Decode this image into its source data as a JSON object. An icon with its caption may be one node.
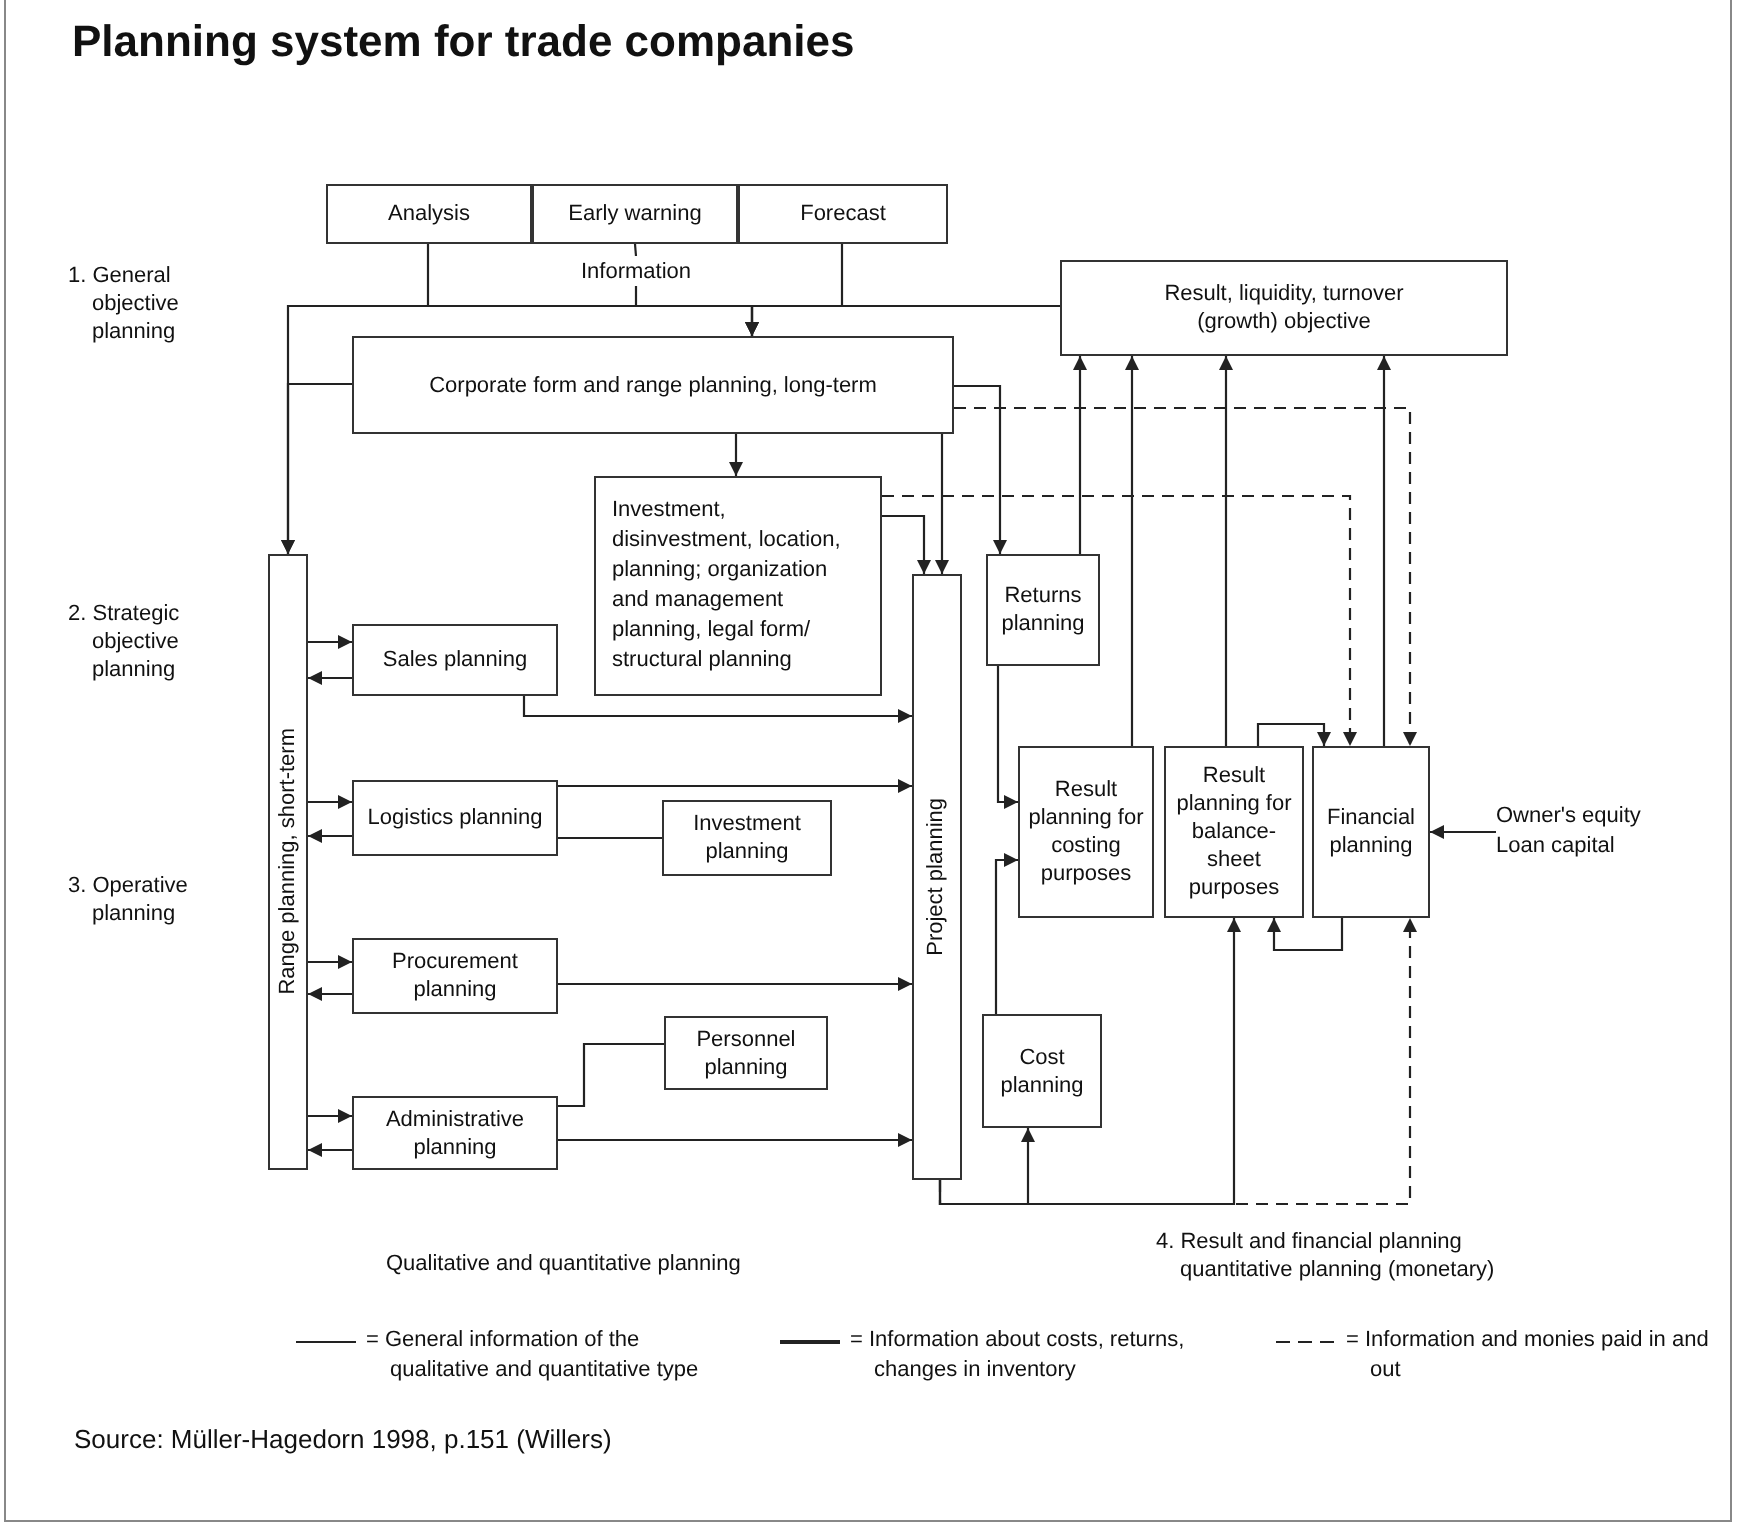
{
  "diagram": {
    "title": "Planning system for trade companies",
    "caption": "Source: Müller-Hagedorn 1998, p.151 (Willers)",
    "nodes": [
      {
        "text": [
          "Analysis"
        ]
      },
      {
        "text": [
          "Early warning"
        ]
      },
      {
        "text": [
          "Forecast"
        ]
      },
      {
        "text": [
          "Information"
        ]
      },
      {
        "text": [
          "Result, liquidity, turnover (growth) objective"
        ]
      },
      {
        "text": [
          "Corporate form and range planning, long-term"
        ]
      },
      {
        "text": [
          "Investment, disinvestment, location, planning; organization and management planning, legal form/ structural planning"
        ]
      },
      {
        "text": [
          "Range planning, short-term"
        ]
      },
      {
        "text": [
          "Sales planning"
        ]
      },
      {
        "text": [
          "Logistics planning"
        ]
      },
      {
        "text": [
          "Investment planning"
        ]
      },
      {
        "text": [
          "Procurement planning"
        ]
      },
      {
        "text": [
          "Personnel planning"
        ]
      },
      {
        "text": [
          "Administrative planning"
        ]
      },
      {
        "text": [
          "Project planning"
        ]
      },
      {
        "text": [
          "Returns planning"
        ]
      },
      {
        "text": [
          "Result planning for costing purposes"
        ]
      },
      {
        "text": [
          "Result planning for balance-sheet purposes"
        ]
      },
      {
        "text": [
          "Financial planning"
        ]
      },
      {
        "text": [
          "Cost planning"
        ]
      },
      {
        "text": [
          "Owner's equity Loan capital"
        ]
      }
    ],
    "edges": [
      {
        "from": 0,
        "to": 5,
        "arrow": "to"
      },
      {
        "from": 1,
        "to": 3,
        "arrow": "none"
      },
      {
        "from": 3,
        "to": 5,
        "arrow": "to"
      },
      {
        "from": 2,
        "to": 5,
        "arrow": "to"
      },
      {
        "from": 4,
        "to": 7,
        "arrow": "to"
      },
      {
        "from": 5,
        "to": 7,
        "arrow": "to"
      },
      {
        "from": 5,
        "to": 6,
        "arrow": "to"
      },
      {
        "from": 5,
        "to": 15,
        "arrow": "to"
      },
      {
        "from": 5,
        "to": 14,
        "arrow": "to"
      },
      {
        "from": 6,
        "to": 14,
        "arrow": "to"
      },
      {
        "from": 5,
        "to": 18,
        "arrow": "to",
        "style": "dashed"
      },
      {
        "from": 6,
        "to": 18,
        "arrow": "to",
        "style": "dashed"
      },
      {
        "from": 15,
        "to": 4,
        "arrow": "to"
      },
      {
        "from": 16,
        "to": 4,
        "arrow": "to"
      },
      {
        "from": 17,
        "to": 4,
        "arrow": "to"
      },
      {
        "from": 18,
        "to": 4,
        "arrow": "to"
      },
      {
        "from": 17,
        "to": 18,
        "arrow": "to"
      },
      {
        "from": 18,
        "to": 17,
        "arrow": "to"
      },
      {
        "from": 20,
        "to": 18,
        "arrow": "to"
      },
      {
        "from": 7,
        "to": 8,
        "arrow": "to"
      },
      {
        "from": 8,
        "to": 7,
        "arrow": "to"
      },
      {
        "from": 7,
        "to": 9,
        "arrow": "to"
      },
      {
        "from": 9,
        "to": 7,
        "arrow": "to"
      },
      {
        "from": 7,
        "to": 11,
        "arrow": "to"
      },
      {
        "from": 11,
        "to": 7,
        "arrow": "to"
      },
      {
        "from": 7,
        "to": 13,
        "arrow": "to"
      },
      {
        "from": 13,
        "to": 7,
        "arrow": "to"
      },
      {
        "from": 8,
        "to": 14,
        "arrow": "to"
      },
      {
        "from": 9,
        "to": 14,
        "arrow": "to"
      },
      {
        "from": 9,
        "to": 10,
        "arrow": "none"
      },
      {
        "from": 11,
        "to": 14,
        "arrow": "to"
      },
      {
        "from": 13,
        "to": 12,
        "arrow": "none"
      },
      {
        "from": 13,
        "to": 14,
        "arrow": "to"
      },
      {
        "from": 15,
        "to": 16,
        "arrow": "to"
      },
      {
        "from": 19,
        "to": 16,
        "arrow": "to"
      },
      {
        "from": 14,
        "to": 19,
        "arrow": "to"
      },
      {
        "from": 14,
        "to": 17,
        "arrow": "to"
      },
      {
        "from": 14,
        "to": 18,
        "arrow": "to",
        "style": "dashed"
      }
    ],
    "labels": [
      "1. General objective planning",
      "2. Strategic objective planning",
      "3. Operative planning",
      "Qualitative and quantitative planning",
      "4. Result and financial planning quantitative planning (monetary)"
    ],
    "legend": [
      {
        "text": "= General information of the qualitative and quantitative type"
      },
      {
        "text": "= Information about costs, returns, changes in inventory"
      },
      {
        "text": "= Information and monies paid in and out"
      }
    ]
  }
}
